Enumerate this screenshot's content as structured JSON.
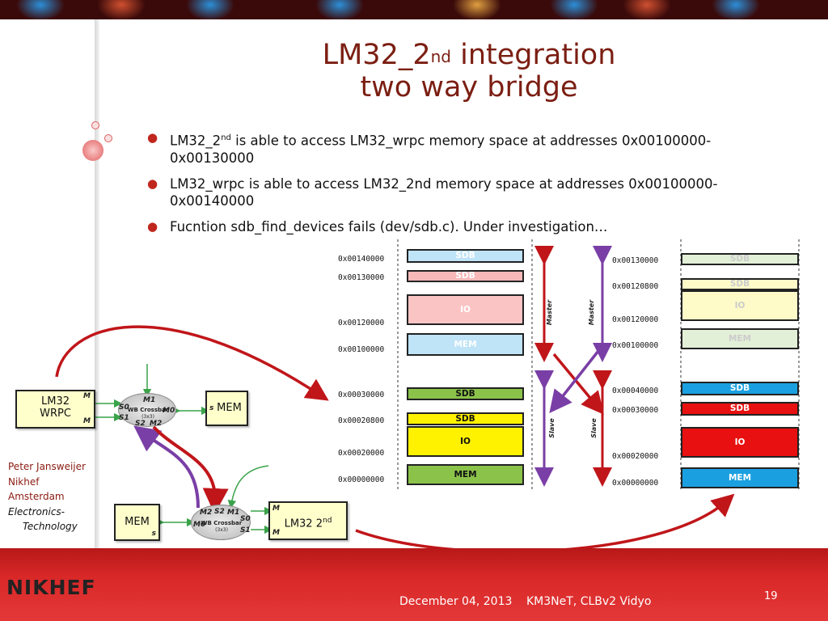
{
  "title": {
    "line1": "LM32_2",
    "line1_sup": "nd",
    "line1_rest": " integration",
    "line2": "two way bridge"
  },
  "bullets": [
    {
      "pre": "LM32_2",
      "sup": "nd",
      "text": " is able to access LM32_wrpc memory space at addresses 0x00100000-0x00130000"
    },
    {
      "pre": "",
      "sup": "",
      "text": "LM32_wrpc is able to access LM32_2nd memory space at addresses 0x00100000-0x00140000"
    },
    {
      "pre": "",
      "sup": "",
      "text": "Fucntion sdb_find_devices fails (dev/sdb.c). Under investigation…"
    }
  ],
  "left_map": {
    "addresses": [
      "0x00140000",
      "0x00130000",
      "0x00120000",
      "0x00100000",
      "0x00030000",
      "0x00020800",
      "0x00020000",
      "0x00000000"
    ],
    "blocks": [
      "SDB",
      "SDB",
      "IO",
      "MEM",
      "SDB",
      "SDB",
      "IO",
      "MEM"
    ]
  },
  "right_map": {
    "addresses": [
      "0x00130000",
      "0x00120800",
      "0x00120000",
      "0x00100000",
      "0x00040000",
      "0x00030000",
      "0x00020000",
      "0x00000000"
    ],
    "blocks": [
      "SDB",
      "SDB",
      "IO",
      "MEM",
      "SDB",
      "SDB",
      "IO",
      "MEM"
    ]
  },
  "arrow_labels": {
    "master": "Master",
    "slave": "Slave"
  },
  "diagram": {
    "lm32_wrpc": "LM32\nWRPC",
    "lm32_wrpc_l1": "LM32",
    "lm32_wrpc_l2": "WRPC",
    "mem_top": "MEM",
    "mem_bottom": "MEM",
    "lm32_2nd": "LM32 2",
    "lm32_2nd_sup": "nd",
    "crossbar_name": "WB Crossbar",
    "crossbar_size": "(3x3)",
    "port_m": "M",
    "port_s": "s",
    "xbar_top": {
      "m1": "M1",
      "m0": "M0",
      "s0": "S0",
      "s1": "S1",
      "s2": "S2",
      "m2": "M2"
    },
    "xbar_bottom": {
      "m2": "M2",
      "s2": "S2",
      "m1": "M1",
      "m0": "M0",
      "s0": "S0",
      "s1": "S1"
    }
  },
  "credits": {
    "line1": "Peter Jansweijer",
    "line2": "Nikhef",
    "line3": "Amsterdam",
    "line4": "Electronics-",
    "line5": "Technology"
  },
  "footer": {
    "date": "December 04, 2013",
    "event": "KM3NeT, CLBv2 Vidyo",
    "page": "19",
    "logo": "NIKHEF"
  },
  "colors": {
    "title": "#7b1e12",
    "bullet": "#c0261d",
    "footer": "#d92828",
    "arrow_red": "#c0161a",
    "arrow_purple": "#7a3fa6",
    "arrow_green": "#3aa34a"
  }
}
